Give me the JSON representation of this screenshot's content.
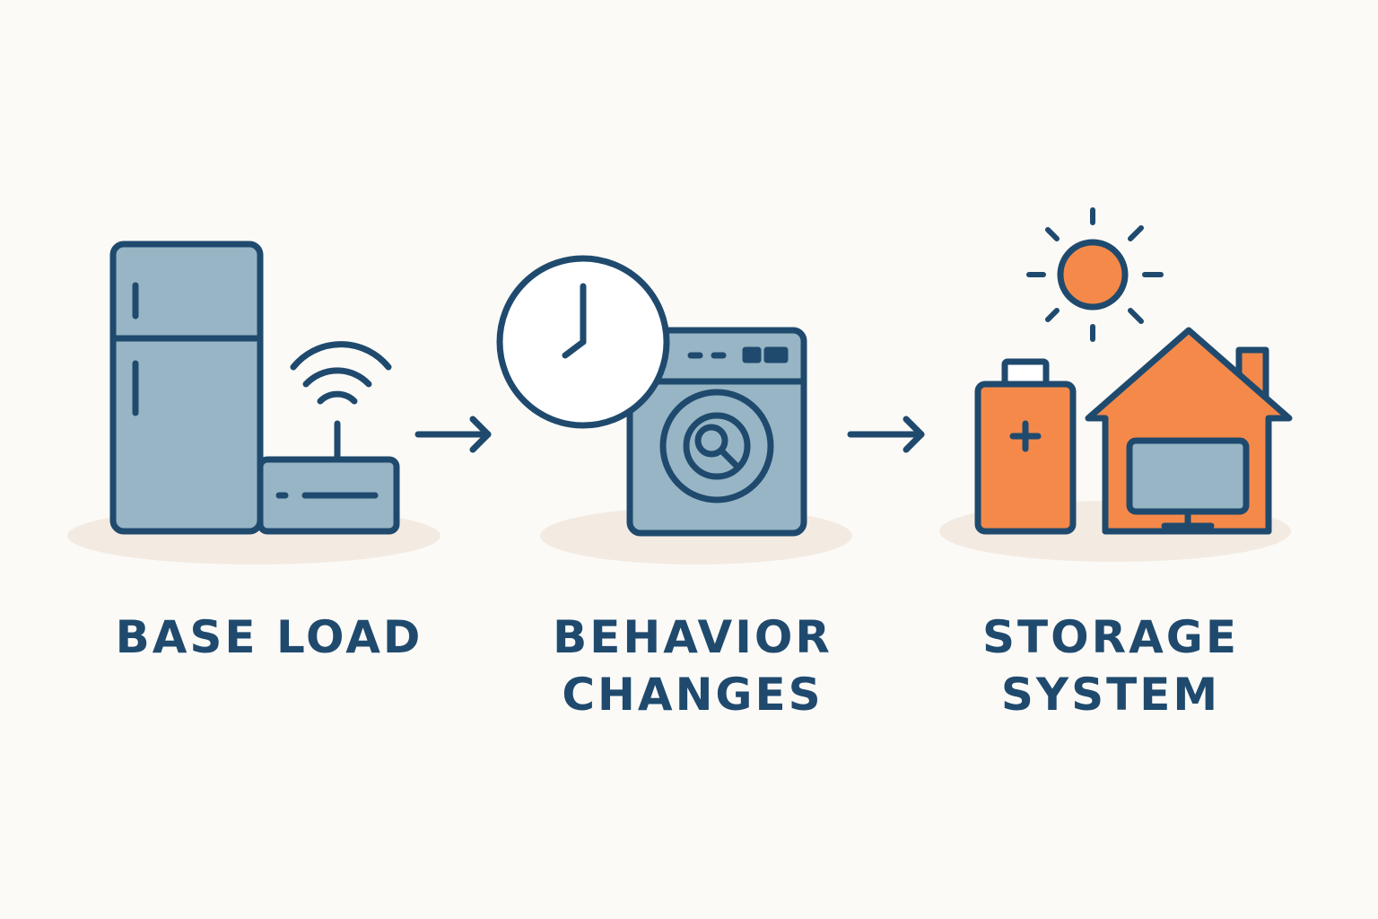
{
  "steps": [
    {
      "lines": [
        "BASE LOAD"
      ],
      "icons": [
        "refrigerator-icon",
        "wifi-router-icon"
      ]
    },
    {
      "lines": [
        "BEHAVIOR",
        "CHANGES"
      ],
      "icons": [
        "clock-icon",
        "washing-machine-icon"
      ]
    },
    {
      "lines": [
        "STORAGE",
        "SYSTEM"
      ],
      "icons": [
        "sun-icon",
        "battery-icon",
        "house-icon",
        "monitor-icon"
      ]
    }
  ],
  "connectors": [
    "arrow-right-icon",
    "arrow-right-icon"
  ],
  "colors": {
    "background": "#fcfaf7",
    "stroke": "#1f4a6e",
    "appliance_fill": "#97b5c4",
    "accent": "#f5894a",
    "shadow": "#f3ebe2",
    "text": "#1f4a6e"
  }
}
